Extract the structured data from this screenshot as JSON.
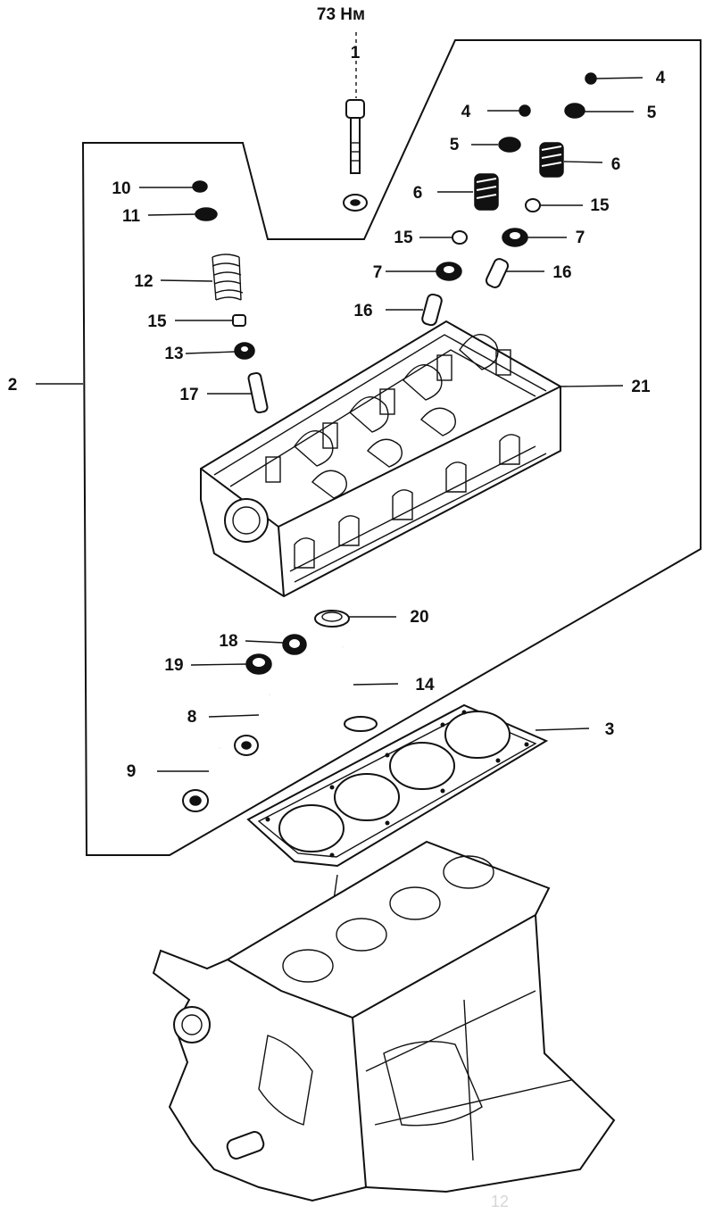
{
  "torque_spec": "73 Нм",
  "callouts": {
    "c1": "1",
    "c2": "2",
    "c3": "3",
    "c4a": "4",
    "c4b": "4",
    "c5a": "5",
    "c5b": "5",
    "c6a": "6",
    "c6b": "6",
    "c7a": "7",
    "c7b": "7",
    "c8": "8",
    "c9": "9",
    "c10": "10",
    "c11": "11",
    "c12": "12",
    "c13": "13",
    "c14": "14",
    "c15a": "15",
    "c15b": "15",
    "c15c": "15",
    "c16a": "16",
    "c16b": "16",
    "c17": "17",
    "c18": "18",
    "c19": "19",
    "c20": "20",
    "c21": "21"
  },
  "watermark": "12",
  "colors": {
    "ink": "#111111",
    "paper": "#ffffff"
  }
}
